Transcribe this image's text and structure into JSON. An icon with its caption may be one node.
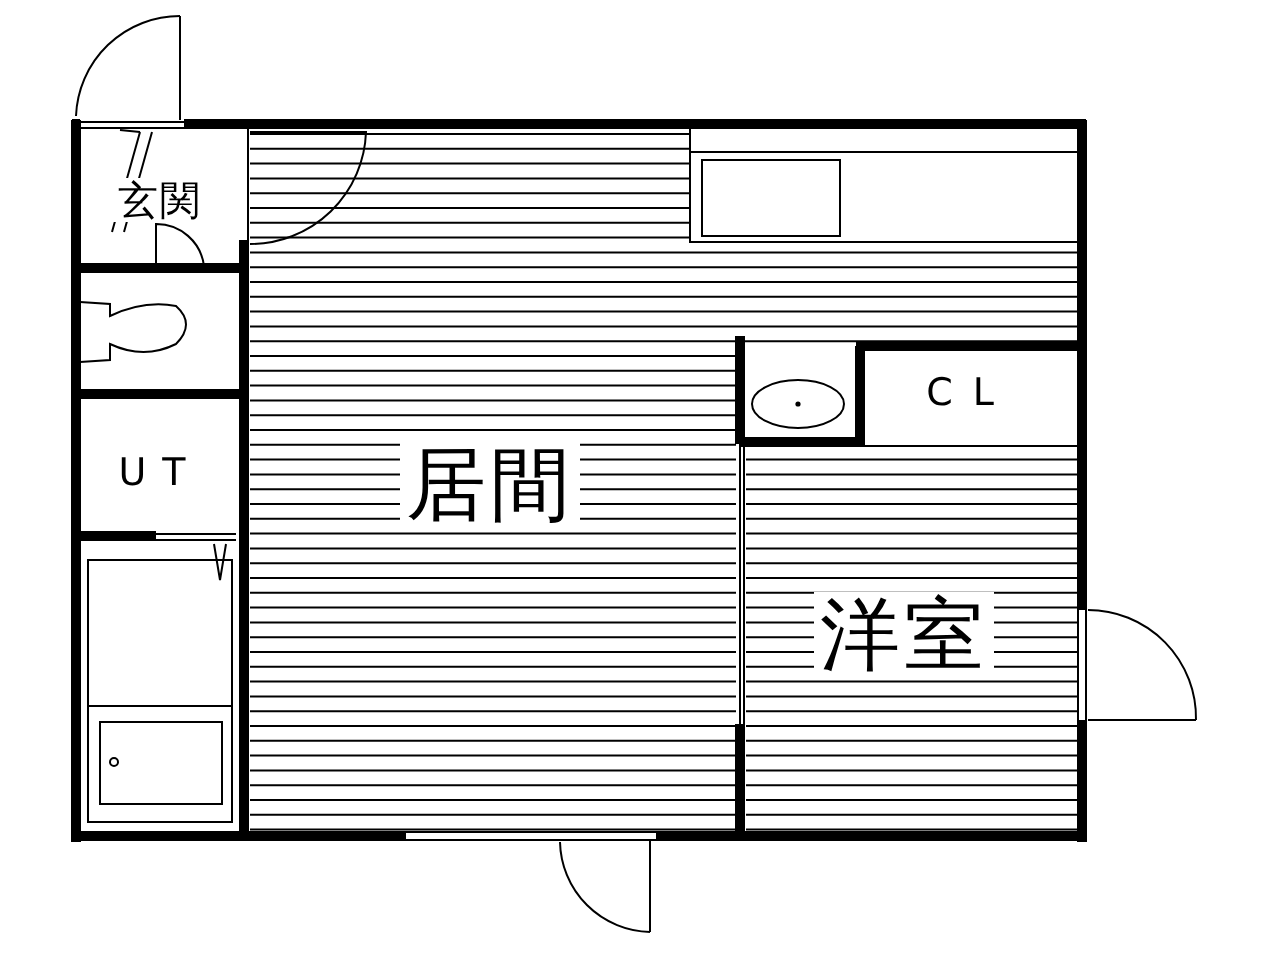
{
  "diagram": {
    "nodes": [
      {
        "text": [
          "玄関"
        ]
      },
      {
        "text": [
          "UT"
        ]
      },
      {
        "text": [
          "居間"
        ]
      },
      {
        "text": [
          "CL"
        ]
      },
      {
        "text": [
          "洋室"
        ]
      }
    ]
  }
}
